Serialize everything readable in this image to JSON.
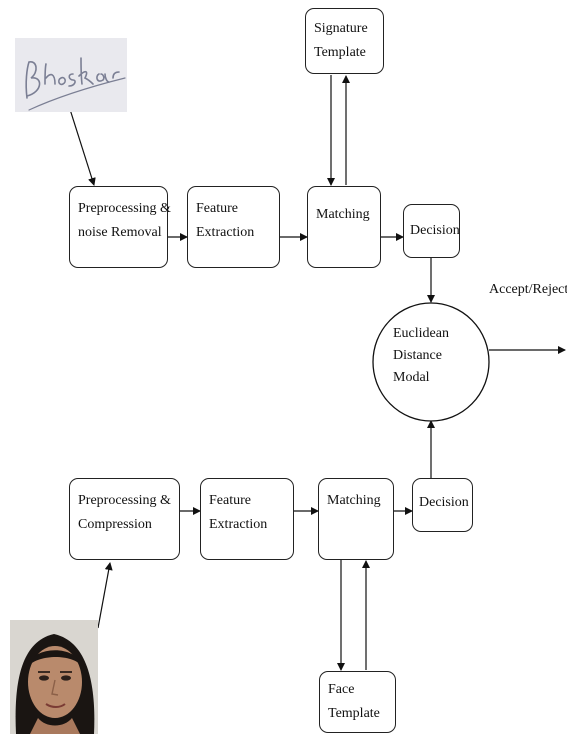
{
  "signature_branch": {
    "preprocess": [
      "Preprocessing &",
      "noise Removal"
    ],
    "feature": [
      "Feature",
      "Extraction"
    ],
    "matching": "Matching",
    "decision": "Decision",
    "template": [
      "Signature",
      "Template"
    ],
    "signature_text": "Bhoskar"
  },
  "face_branch": {
    "preprocess": [
      "Preprocessing &",
      "Compression"
    ],
    "feature": [
      "Feature",
      "Extraction"
    ],
    "matching": "Matching",
    "decision": "Decision",
    "template": [
      "Face",
      "Template"
    ]
  },
  "fusion": {
    "label": [
      "Euclidean",
      "Distance",
      "Modal"
    ],
    "output": "Accept/Reject"
  }
}
